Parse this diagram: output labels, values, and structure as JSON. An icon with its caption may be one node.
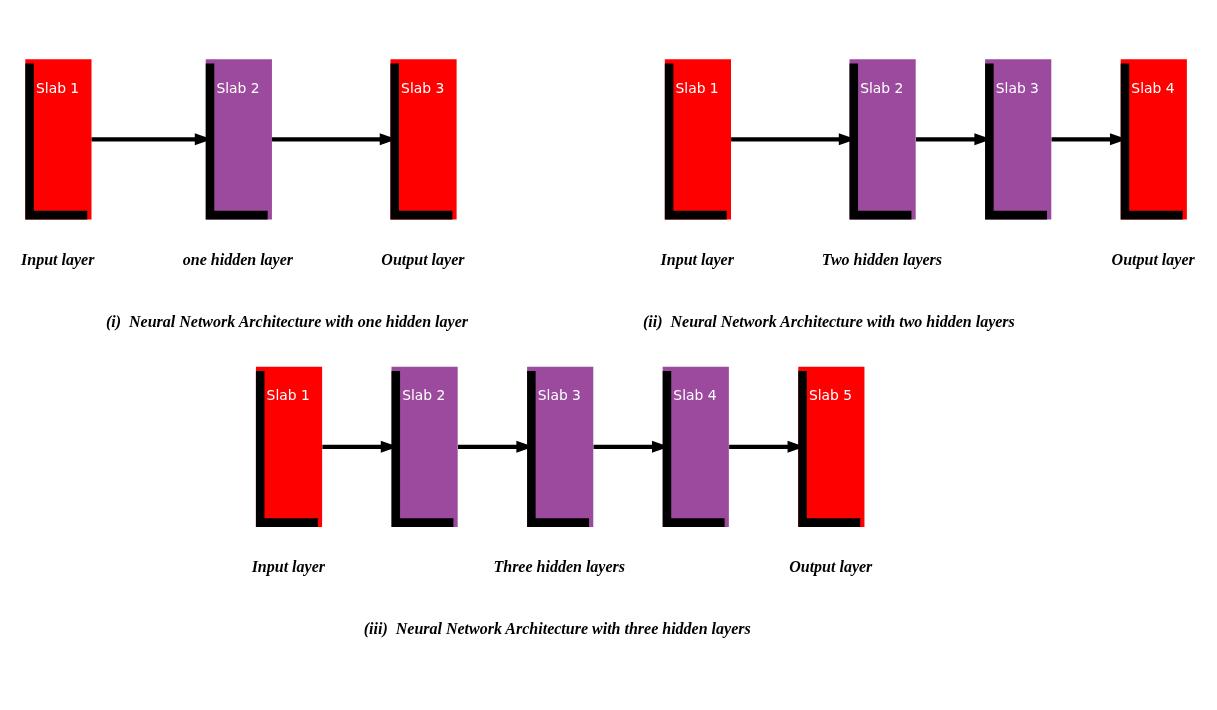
{
  "diagram": {
    "nodes": [
      {
        "text": [
          "Slab 1"
        ],
        "beside": [
          "Input layer"
        ]
      },
      {
        "text": [
          "Slab 2"
        ],
        "beside": [
          "one hidden layer"
        ]
      },
      {
        "text": [
          "Slab 3"
        ],
        "beside": [
          "Output layer"
        ]
      },
      {
        "text": [
          "Slab 1"
        ],
        "beside": [
          "Input layer"
        ]
      },
      {
        "text": [
          "Slab 2"
        ],
        "beside": [
          "Two hidden layers"
        ]
      },
      {
        "text": [
          "Slab 3"
        ]
      },
      {
        "text": [
          "Slab 4"
        ],
        "beside": [
          "Output layer"
        ]
      },
      {
        "text": [
          "Slab 1"
        ],
        "beside": [
          "Input layer"
        ]
      },
      {
        "text": [
          "Slab 2"
        ]
      },
      {
        "text": [
          "Slab 3"
        ],
        "beside": [
          "Three hidden layers"
        ]
      },
      {
        "text": [
          "Slab 4"
        ]
      },
      {
        "text": [
          "Slab 5"
        ],
        "beside": [
          "Output layer"
        ]
      }
    ],
    "edges": [
      {
        "from": 0,
        "to": 1,
        "arrow": "to"
      },
      {
        "from": 1,
        "to": 2,
        "arrow": "to"
      },
      {
        "from": 3,
        "to": 4,
        "arrow": "to"
      },
      {
        "from": 4,
        "to": 5,
        "arrow": "to"
      },
      {
        "from": 5,
        "to": 6,
        "arrow": "to"
      },
      {
        "from": 7,
        "to": 8,
        "arrow": "to"
      },
      {
        "from": 8,
        "to": 9,
        "arrow": "to"
      },
      {
        "from": 9,
        "to": 10,
        "arrow": "to"
      },
      {
        "from": 10,
        "to": 11,
        "arrow": "to"
      }
    ],
    "labels": [
      "(i)  Neural Network Architecture with one hidden layer",
      "(ii)  Neural Network Architecture with two hidden layers",
      "(iii)  Neural Network Architecture with three hidden layers"
    ]
  }
}
